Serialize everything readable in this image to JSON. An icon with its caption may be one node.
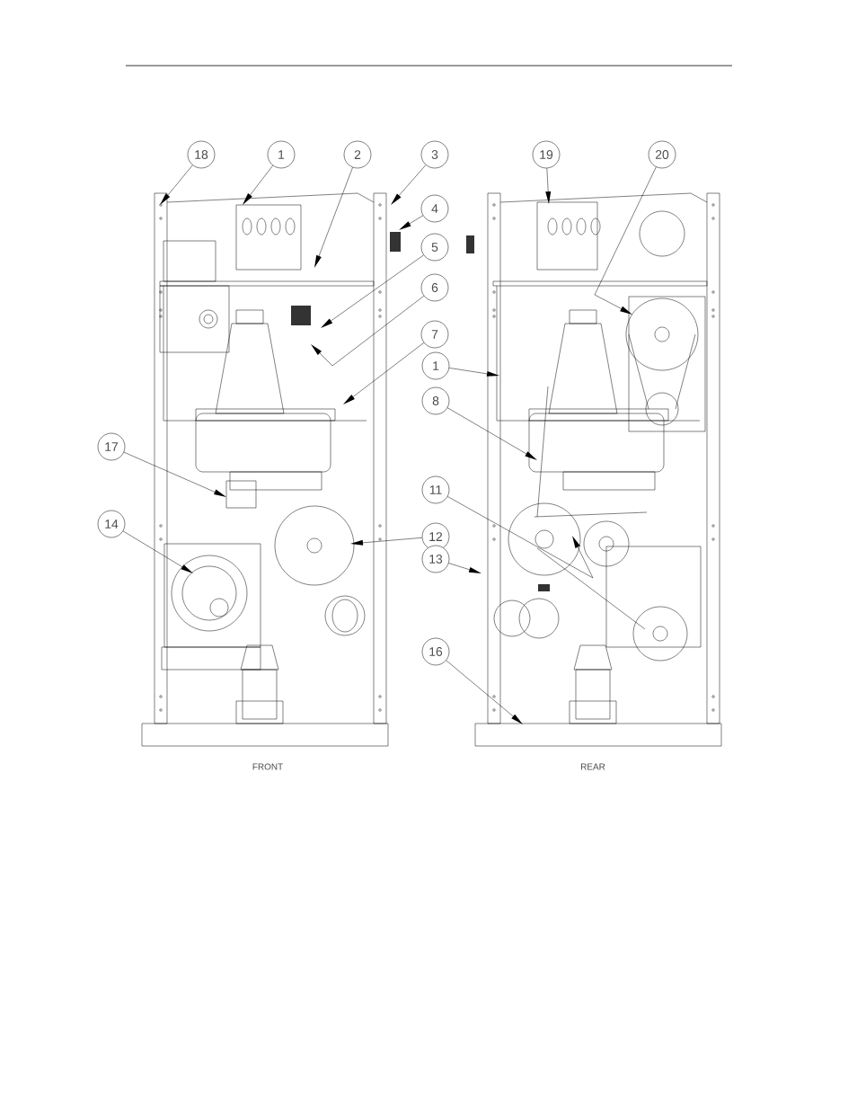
{
  "diagram": {
    "nodes": [
      {
        "text": [
          "18"
        ]
      },
      {
        "text": [
          "1"
        ]
      },
      {
        "text": [
          "2"
        ]
      },
      {
        "text": [
          "3"
        ]
      },
      {
        "text": [
          "4"
        ]
      },
      {
        "text": [
          "5"
        ]
      },
      {
        "text": [
          "6"
        ]
      },
      {
        "text": [
          "7"
        ]
      },
      {
        "text": [
          "17"
        ]
      },
      {
        "text": [
          "14"
        ]
      },
      {
        "text": [
          "12"
        ]
      },
      {
        "text": [
          "1"
        ]
      },
      {
        "text": [
          "8"
        ]
      },
      {
        "text": [
          "11"
        ]
      },
      {
        "text": [
          "13"
        ]
      },
      {
        "text": [
          "16"
        ]
      },
      {
        "text": [
          "19"
        ]
      },
      {
        "text": [
          "20"
        ]
      }
    ],
    "edges": [
      {
        "from": 0,
        "to": null,
        "arrow": "to"
      },
      {
        "from": 1,
        "to": null,
        "arrow": "to"
      },
      {
        "from": 2,
        "to": null,
        "arrow": "to"
      },
      {
        "from": 3,
        "to": null,
        "arrow": "to"
      },
      {
        "from": 4,
        "to": null,
        "arrow": "to"
      },
      {
        "from": 5,
        "to": null,
        "arrow": "to"
      },
      {
        "from": 6,
        "to": null,
        "arrow": "to"
      },
      {
        "from": 7,
        "to": null,
        "arrow": "to"
      },
      {
        "from": 8,
        "to": null,
        "arrow": "to"
      },
      {
        "from": 9,
        "to": null,
        "arrow": "to"
      },
      {
        "from": 10,
        "to": null,
        "arrow": "to"
      },
      {
        "from": 11,
        "to": null,
        "arrow": "to"
      },
      {
        "from": 12,
        "to": null,
        "arrow": "to"
      },
      {
        "from": 13,
        "to": null,
        "arrow": "to"
      },
      {
        "from": 14,
        "to": null,
        "arrow": "to"
      },
      {
        "from": 15,
        "to": null,
        "arrow": "to"
      },
      {
        "from": 16,
        "to": null,
        "arrow": "to"
      },
      {
        "from": 17,
        "to": null,
        "arrow": "to"
      }
    ],
    "labels": [
      "FRONT",
      "REAR"
    ]
  }
}
